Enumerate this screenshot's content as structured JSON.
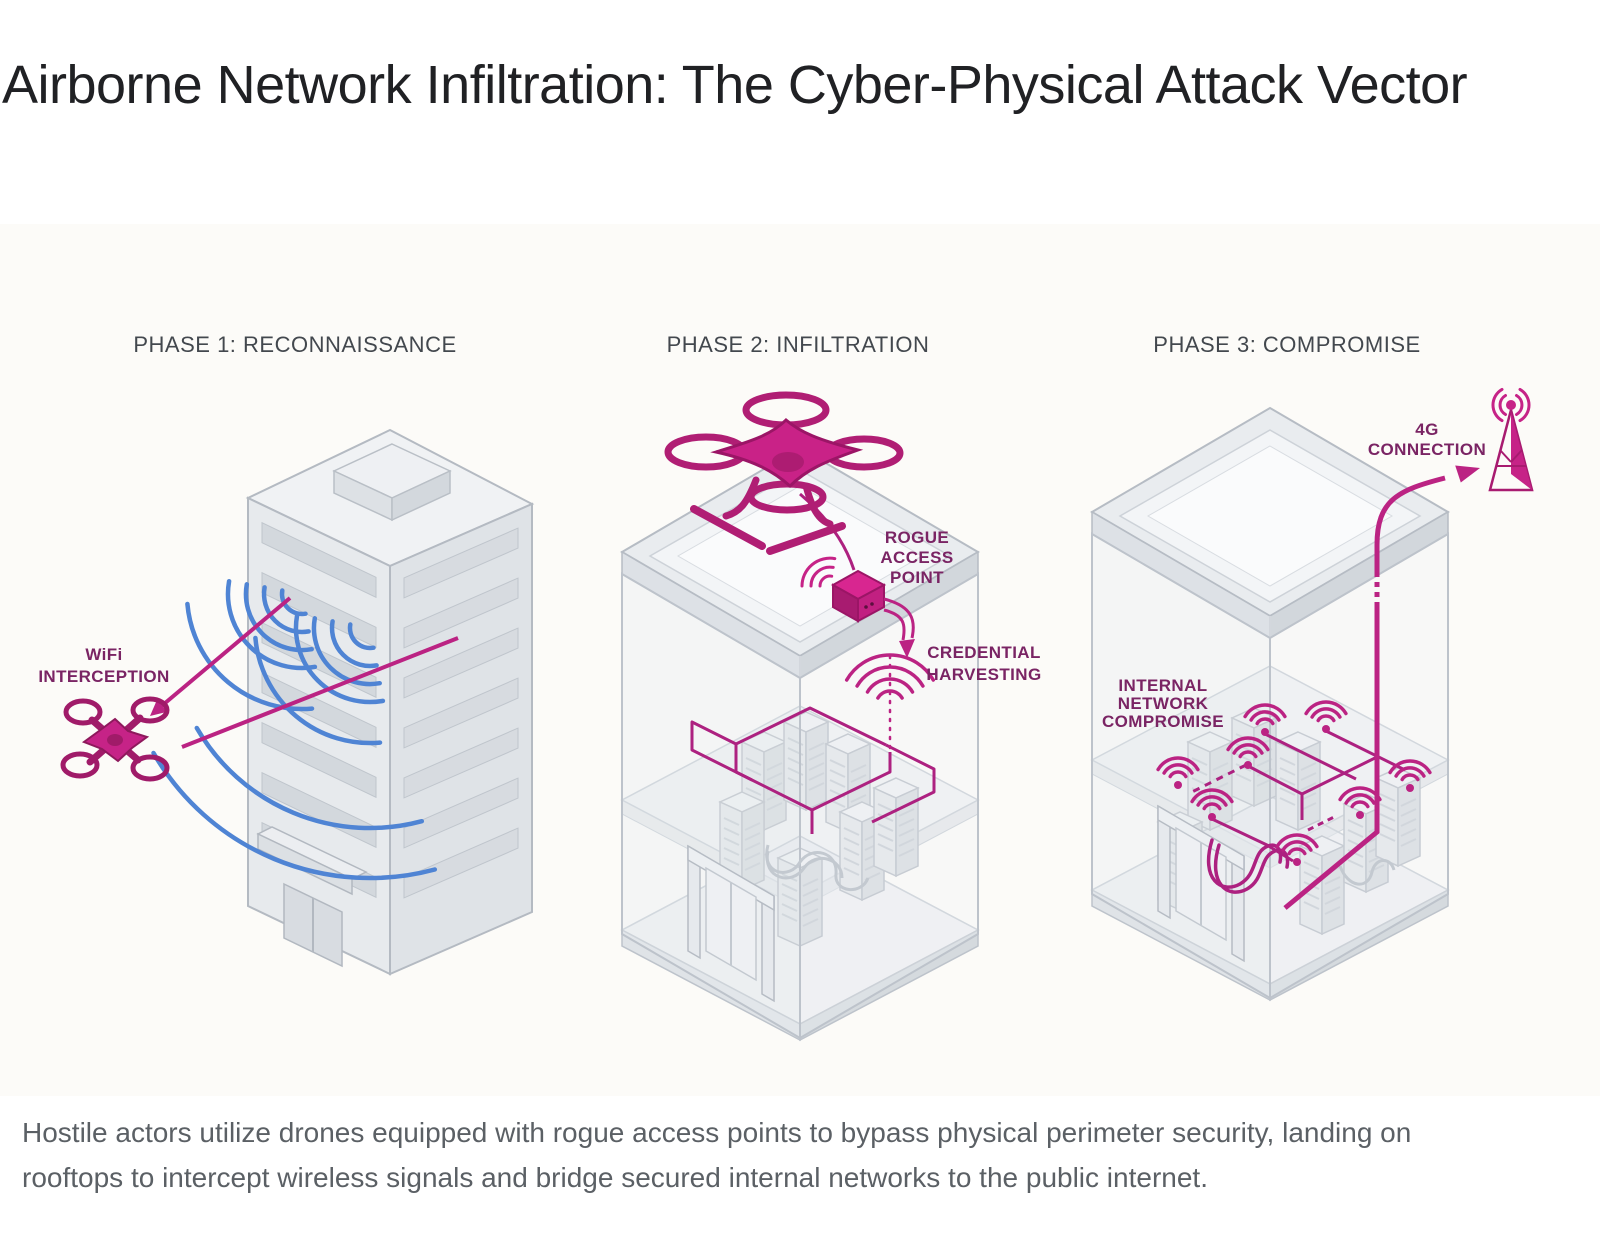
{
  "page": {
    "title": "Airborne Network Infiltration: The Cyber-Physical Attack Vector",
    "caption": "Hostile actors utilize drones equipped with rogue access points to bypass physical perimeter security, landing on rooftops to intercept wireless signals and bridge secured internal networks to the public internet."
  },
  "figure": {
    "phase1": {
      "label": "PHASE 1: RECONNAISSANCE",
      "wifi_interception": [
        "WiFi",
        "INTERCEPTION"
      ]
    },
    "phase2": {
      "label": "PHASE 2: INFILTRATION",
      "rogue_access_point": [
        "ROGUE",
        "ACCESS",
        "POINT"
      ],
      "credential_harvesting": [
        "CREDENTIAL",
        "HARVESTING"
      ]
    },
    "phase3": {
      "label": "PHASE 3: COMPROMISE",
      "connection_4g": [
        "4G",
        "CONNECTION"
      ],
      "internal_network_compromise": [
        "INTERNAL",
        "NETWORK",
        "COMPROMISE"
      ]
    },
    "colors": {
      "drone_magenta": "#c62387",
      "line_magenta": "#bb2383",
      "label_purple": "#7a2464",
      "wifi_blue": "#4f84d4",
      "building_gray": "#e7eaed",
      "outline_gray": "#b6bcc4",
      "phase_label_gray": "#43484e"
    },
    "icons": [
      "drone-icon",
      "office-building",
      "glass-building",
      "server-rack",
      "wifi-signal-icon",
      "rogue-access-point-device",
      "cell-tower-icon",
      "arrow-icon",
      "cable-coil"
    ]
  }
}
